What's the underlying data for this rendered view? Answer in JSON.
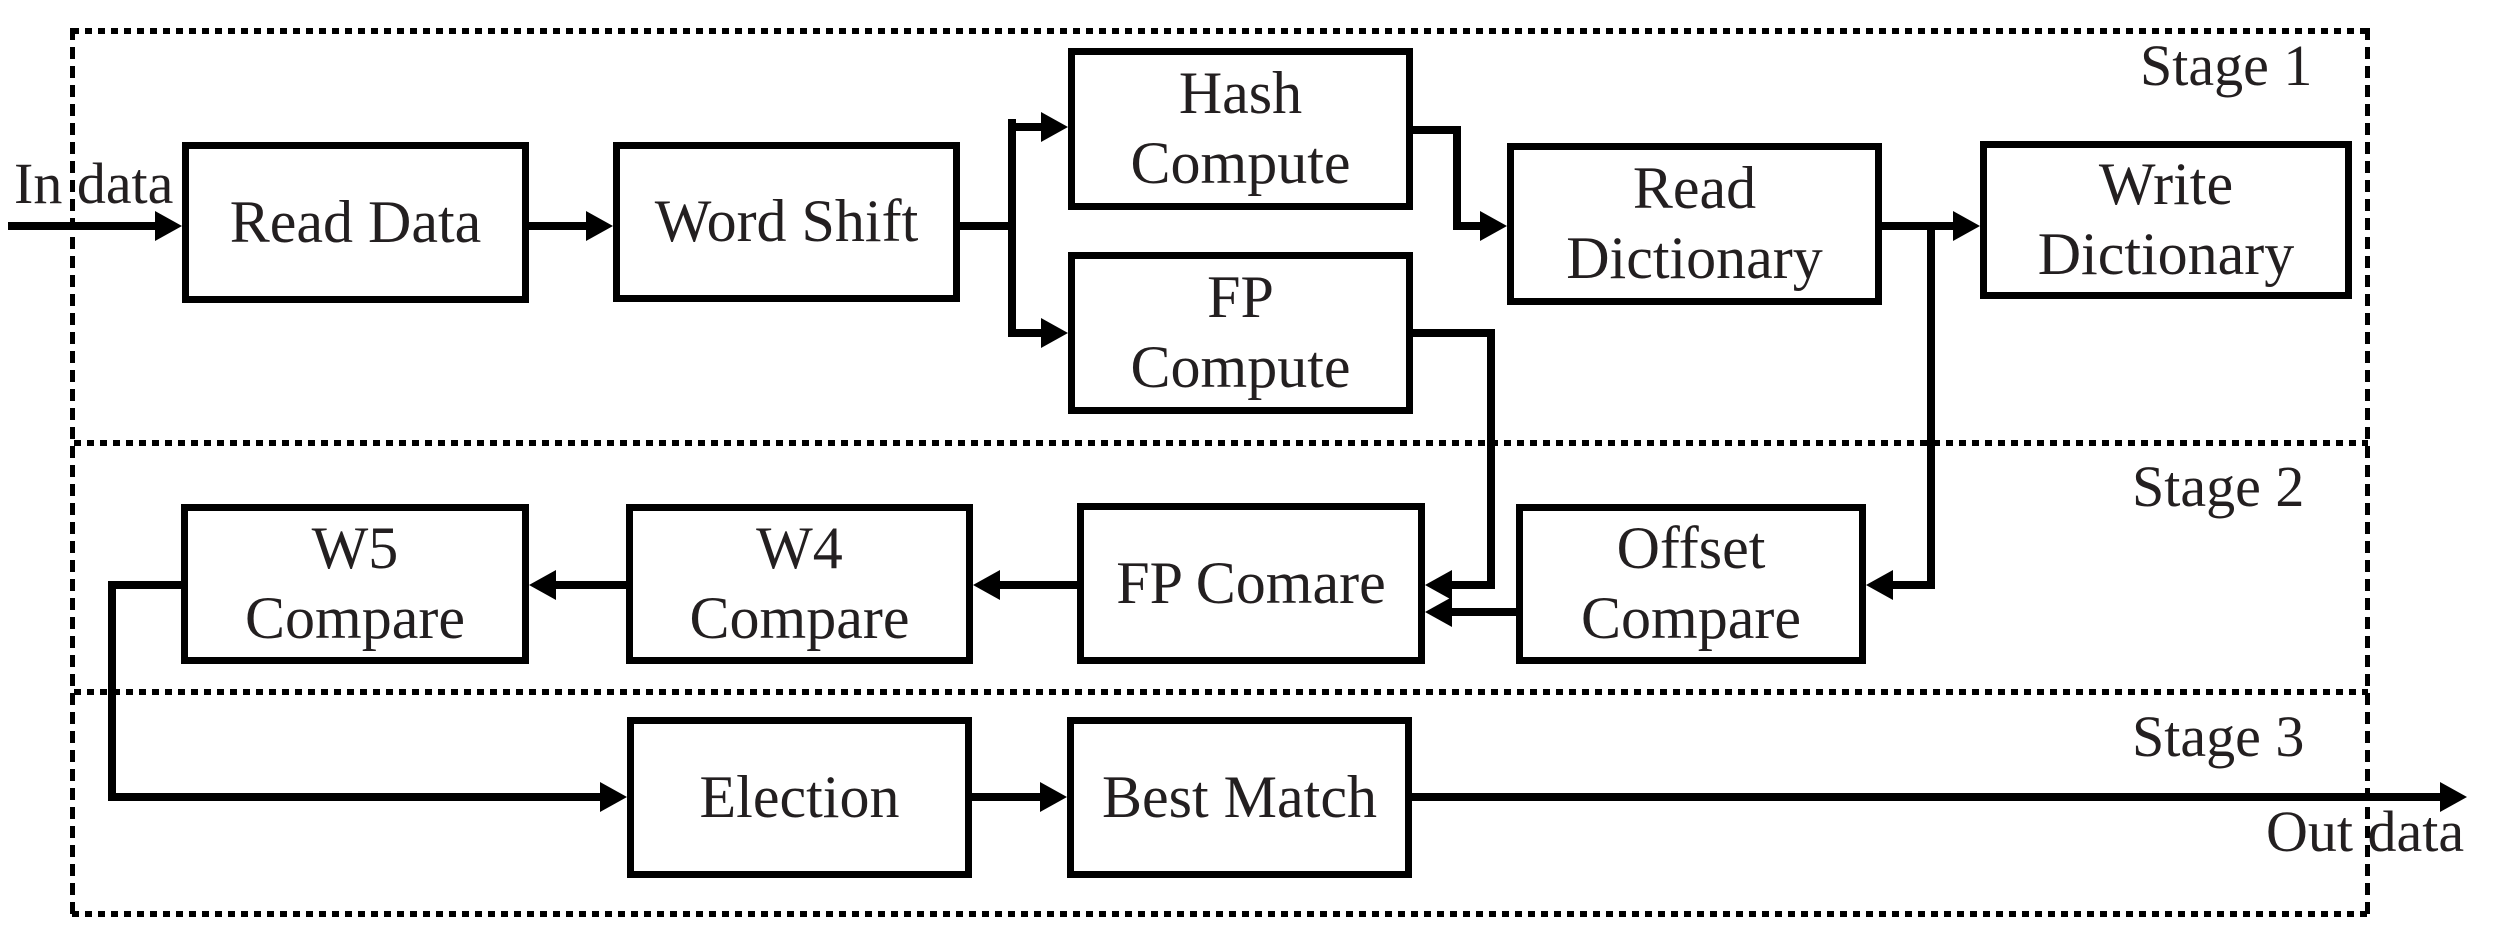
{
  "colors": {
    "ink": "#000000",
    "text": "#231f20",
    "background": "#ffffff"
  },
  "io": {
    "in_label": "In data",
    "out_label": "Out data"
  },
  "stages": [
    {
      "label": "Stage 1"
    },
    {
      "label": "Stage 2"
    },
    {
      "label": "Stage 3"
    }
  ],
  "nodes": {
    "read_data": "Read Data",
    "word_shift": "Word Shift",
    "hash_compute": "Hash\nCompute",
    "fp_compute": "FP\nCompute",
    "read_dictionary": "Read\nDictionary",
    "write_dictionary": "Write\nDictionary",
    "w5_compare": "W5\nCompare",
    "w4_compare": "W4\nCompare",
    "fp_comare": "FP Comare",
    "offset_compare": "Offset\nCompare",
    "election": "Election",
    "best_match": "Best Match"
  },
  "edges": [
    {
      "from": "In data",
      "to": "Read Data"
    },
    {
      "from": "Read Data",
      "to": "Word Shift"
    },
    {
      "from": "Word Shift",
      "to": "Hash Compute"
    },
    {
      "from": "Word Shift",
      "to": "FP Compute"
    },
    {
      "from": "Hash Compute",
      "to": "Read Dictionary"
    },
    {
      "from": "Read Dictionary",
      "to": "Write Dictionary"
    },
    {
      "from": "Read Dictionary",
      "to": "Offset Compare"
    },
    {
      "from": "FP Compute",
      "to": "FP Comare"
    },
    {
      "from": "Offset Compare",
      "to": "FP Comare"
    },
    {
      "from": "FP Comare",
      "to": "W4 Compare"
    },
    {
      "from": "W4 Compare",
      "to": "W5 Compare"
    },
    {
      "from": "W5 Compare",
      "to": "Election"
    },
    {
      "from": "Election",
      "to": "Best Match"
    },
    {
      "from": "Best Match",
      "to": "Out data"
    }
  ]
}
